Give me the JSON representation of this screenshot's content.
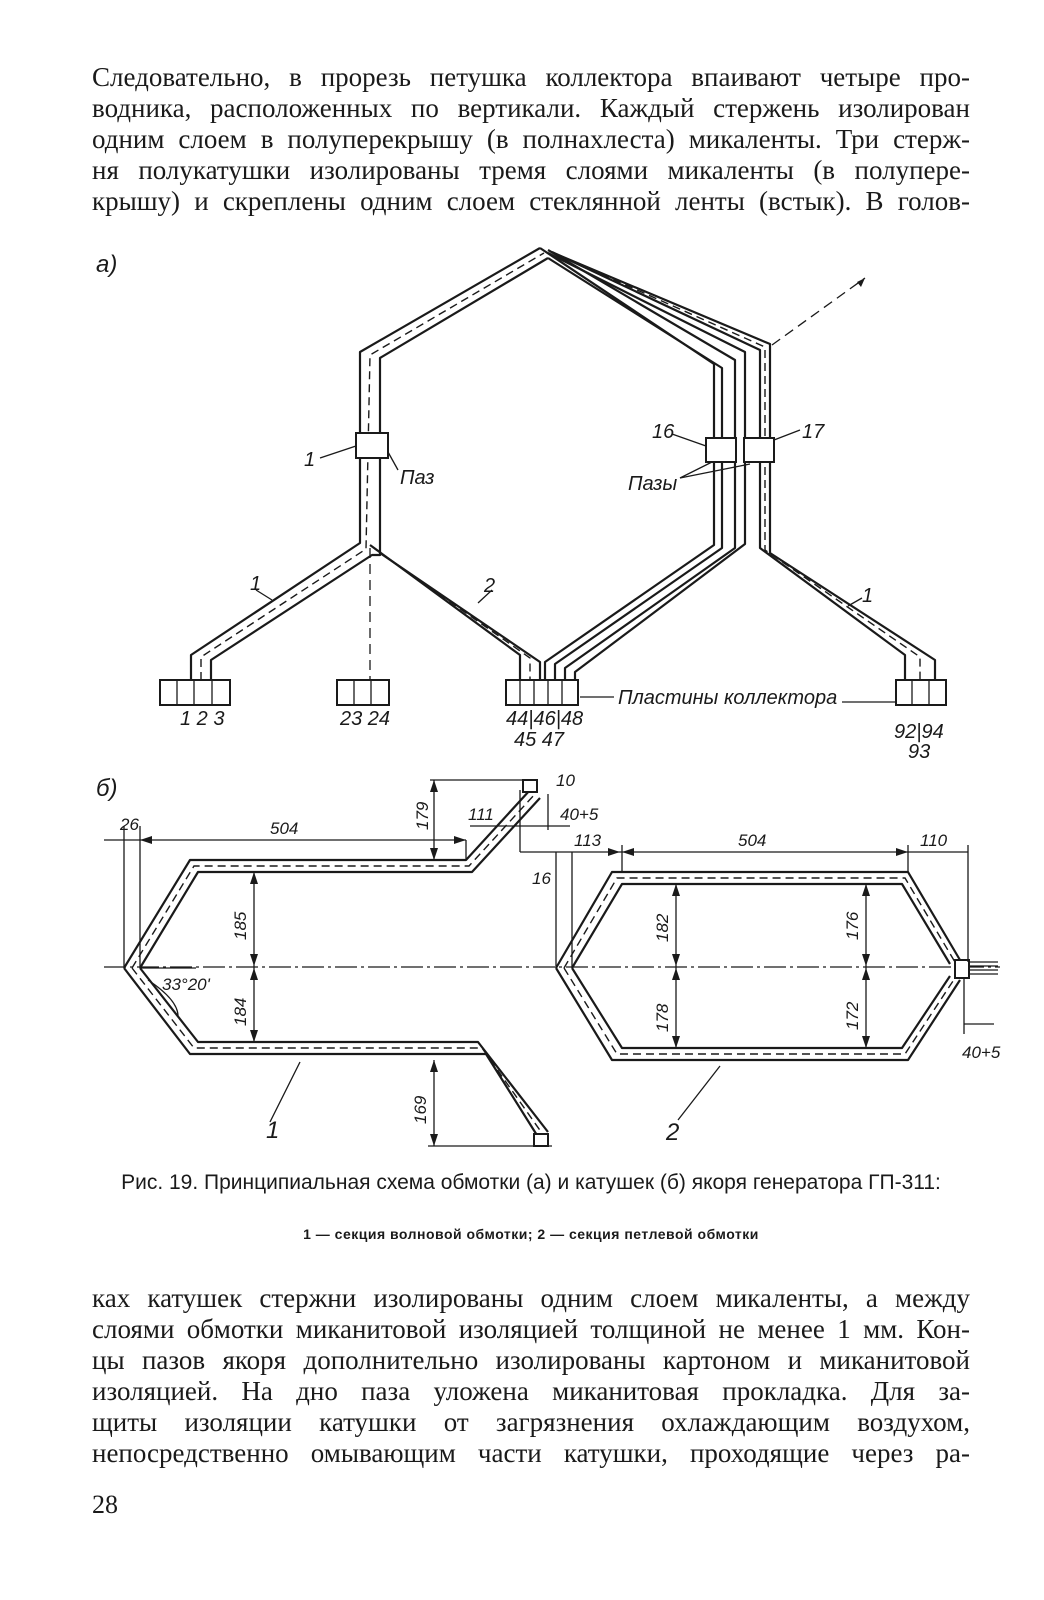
{
  "top_text": [
    "Следовательно, в прорезь петушка коллектора впаивают четыре про-",
    "водника, расположенных по вертикали. Каждый стержень изолирован",
    "одним слоем в полуперекрышу (в полнахлеста) микаленты. Три стерж-",
    "ня полукатушки изолированы тремя слоями микаленты (в полупере-",
    "крышу) и скреплены одним слоем стеклянной ленты (встык). В голов-"
  ],
  "figure_a": {
    "label": "а)",
    "slot_label": "Паз",
    "slots_label": "Пазы",
    "plates_label": "Пластины коллектора",
    "num_1_slot": "1",
    "num_16": "16",
    "num_17": "17",
    "num_1_left": "1",
    "num_2": "2",
    "num_1_right": "1",
    "plates_1": "1 2 3",
    "plates_2": "23 24",
    "plates_3_top": "44|46|48",
    "plates_3_bottom": "45 47",
    "plates_4_top": "92|94",
    "plates_4_bottom": "93"
  },
  "figure_b": {
    "label": "б)",
    "dims": {
      "d26": "26",
      "d504a": "504",
      "d179": "179",
      "d111": "111",
      "d10": "10",
      "d40a": "40+5",
      "d113": "113",
      "d504b": "504",
      "d110": "110",
      "d16": "16",
      "d185": "185",
      "d184": "184",
      "d182": "182",
      "d178": "178",
      "d176": "176",
      "d172": "172",
      "d169": "169",
      "d40b": "40+5",
      "angle": "33°20'"
    },
    "num_1": "1",
    "num_2": "2"
  },
  "caption": {
    "main": "Рис. 19. Принципиальная схема обмотки (а) и катушек (б) якоря генератора ГП-311:",
    "legend": "1 — секция волновой обмотки; 2 — секция петлевой обмотки"
  },
  "bottom_text": [
    "ках катушек стержни изолированы одним слоем микаленты, а между",
    "слоями обмотки миканитовой изоляцией толщиной не менее 1 мм. Кон-",
    "цы пазов якоря дополнительно изолированы картоном и миканитовой",
    "изоляцией. На дно паза уложена миканитовая прокладка. Для за-",
    "щиты изоляции катушки от загрязнения охлаждающим воздухом,",
    "непосредственно омывающим части катушки, проходящие через ра-"
  ],
  "page_number": "28"
}
